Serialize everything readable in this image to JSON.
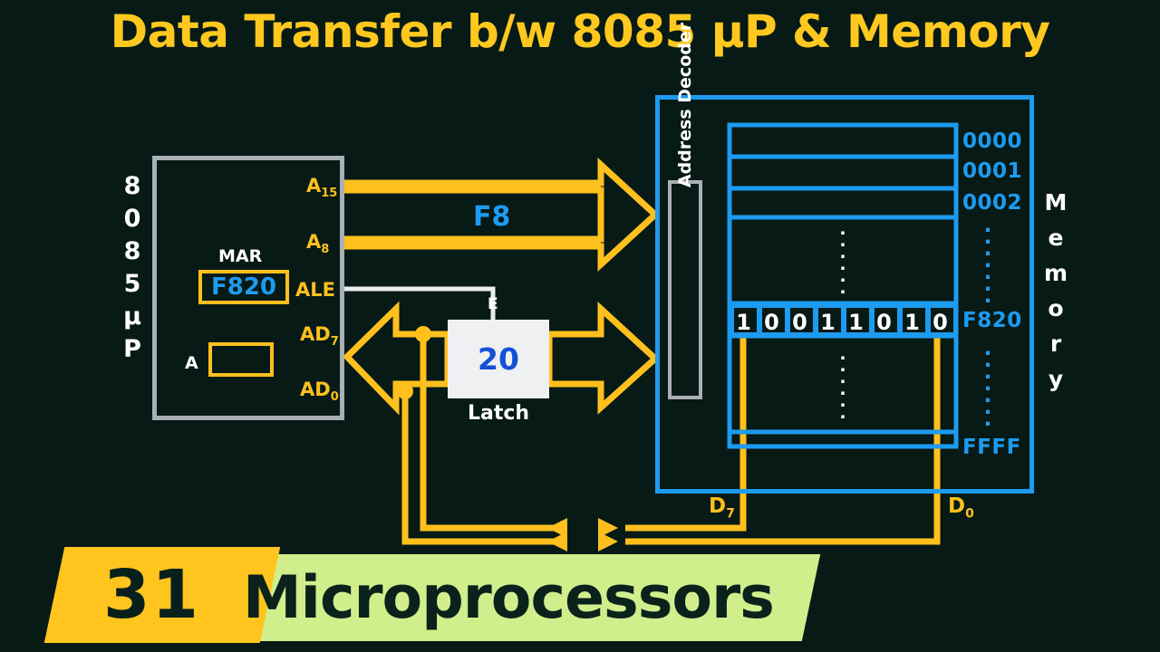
{
  "title": "Data Transfer b/w 8085 μP & Memory",
  "background_color": "#071a16",
  "palette": {
    "yellow": "#FFC01E",
    "blue": "#1D9BF0",
    "white": "#ffffff",
    "gray": "#a9b0b3",
    "green_band": "#D1EE8C"
  },
  "cpu": {
    "name_chars": [
      "8",
      "0",
      "8",
      "5",
      "μ",
      "P"
    ],
    "registers": [
      {
        "label": "MAR",
        "value": "F820"
      },
      {
        "label": "A",
        "value": ""
      }
    ],
    "pins": [
      {
        "name": "A",
        "sub": "15"
      },
      {
        "name": "A",
        "sub": "8"
      },
      {
        "name": "ALE",
        "sub": ""
      },
      {
        "name": "AD",
        "sub": "7"
      },
      {
        "name": "AD",
        "sub": "0"
      }
    ]
  },
  "address_bus": {
    "label": "F8"
  },
  "latch": {
    "value": "20",
    "caption": "Latch",
    "enable_label": "E"
  },
  "memory": {
    "vertical_label_chars": [
      "M",
      "e",
      "m",
      "o",
      "r",
      "y"
    ],
    "decoder_label": "Address Decoder",
    "row_labels": [
      "0000",
      "0001",
      "0002",
      "F820",
      "FFFF"
    ],
    "selected_row_label": "F820",
    "selected_row_bits": [
      "1",
      "0",
      "0",
      "1",
      "1",
      "0",
      "1",
      "0"
    ]
  },
  "data_bus": {
    "left_label": "D",
    "left_sub": "7",
    "right_label": "D",
    "right_sub": "0"
  },
  "footer": {
    "number": "31",
    "series": "Microprocessors"
  }
}
